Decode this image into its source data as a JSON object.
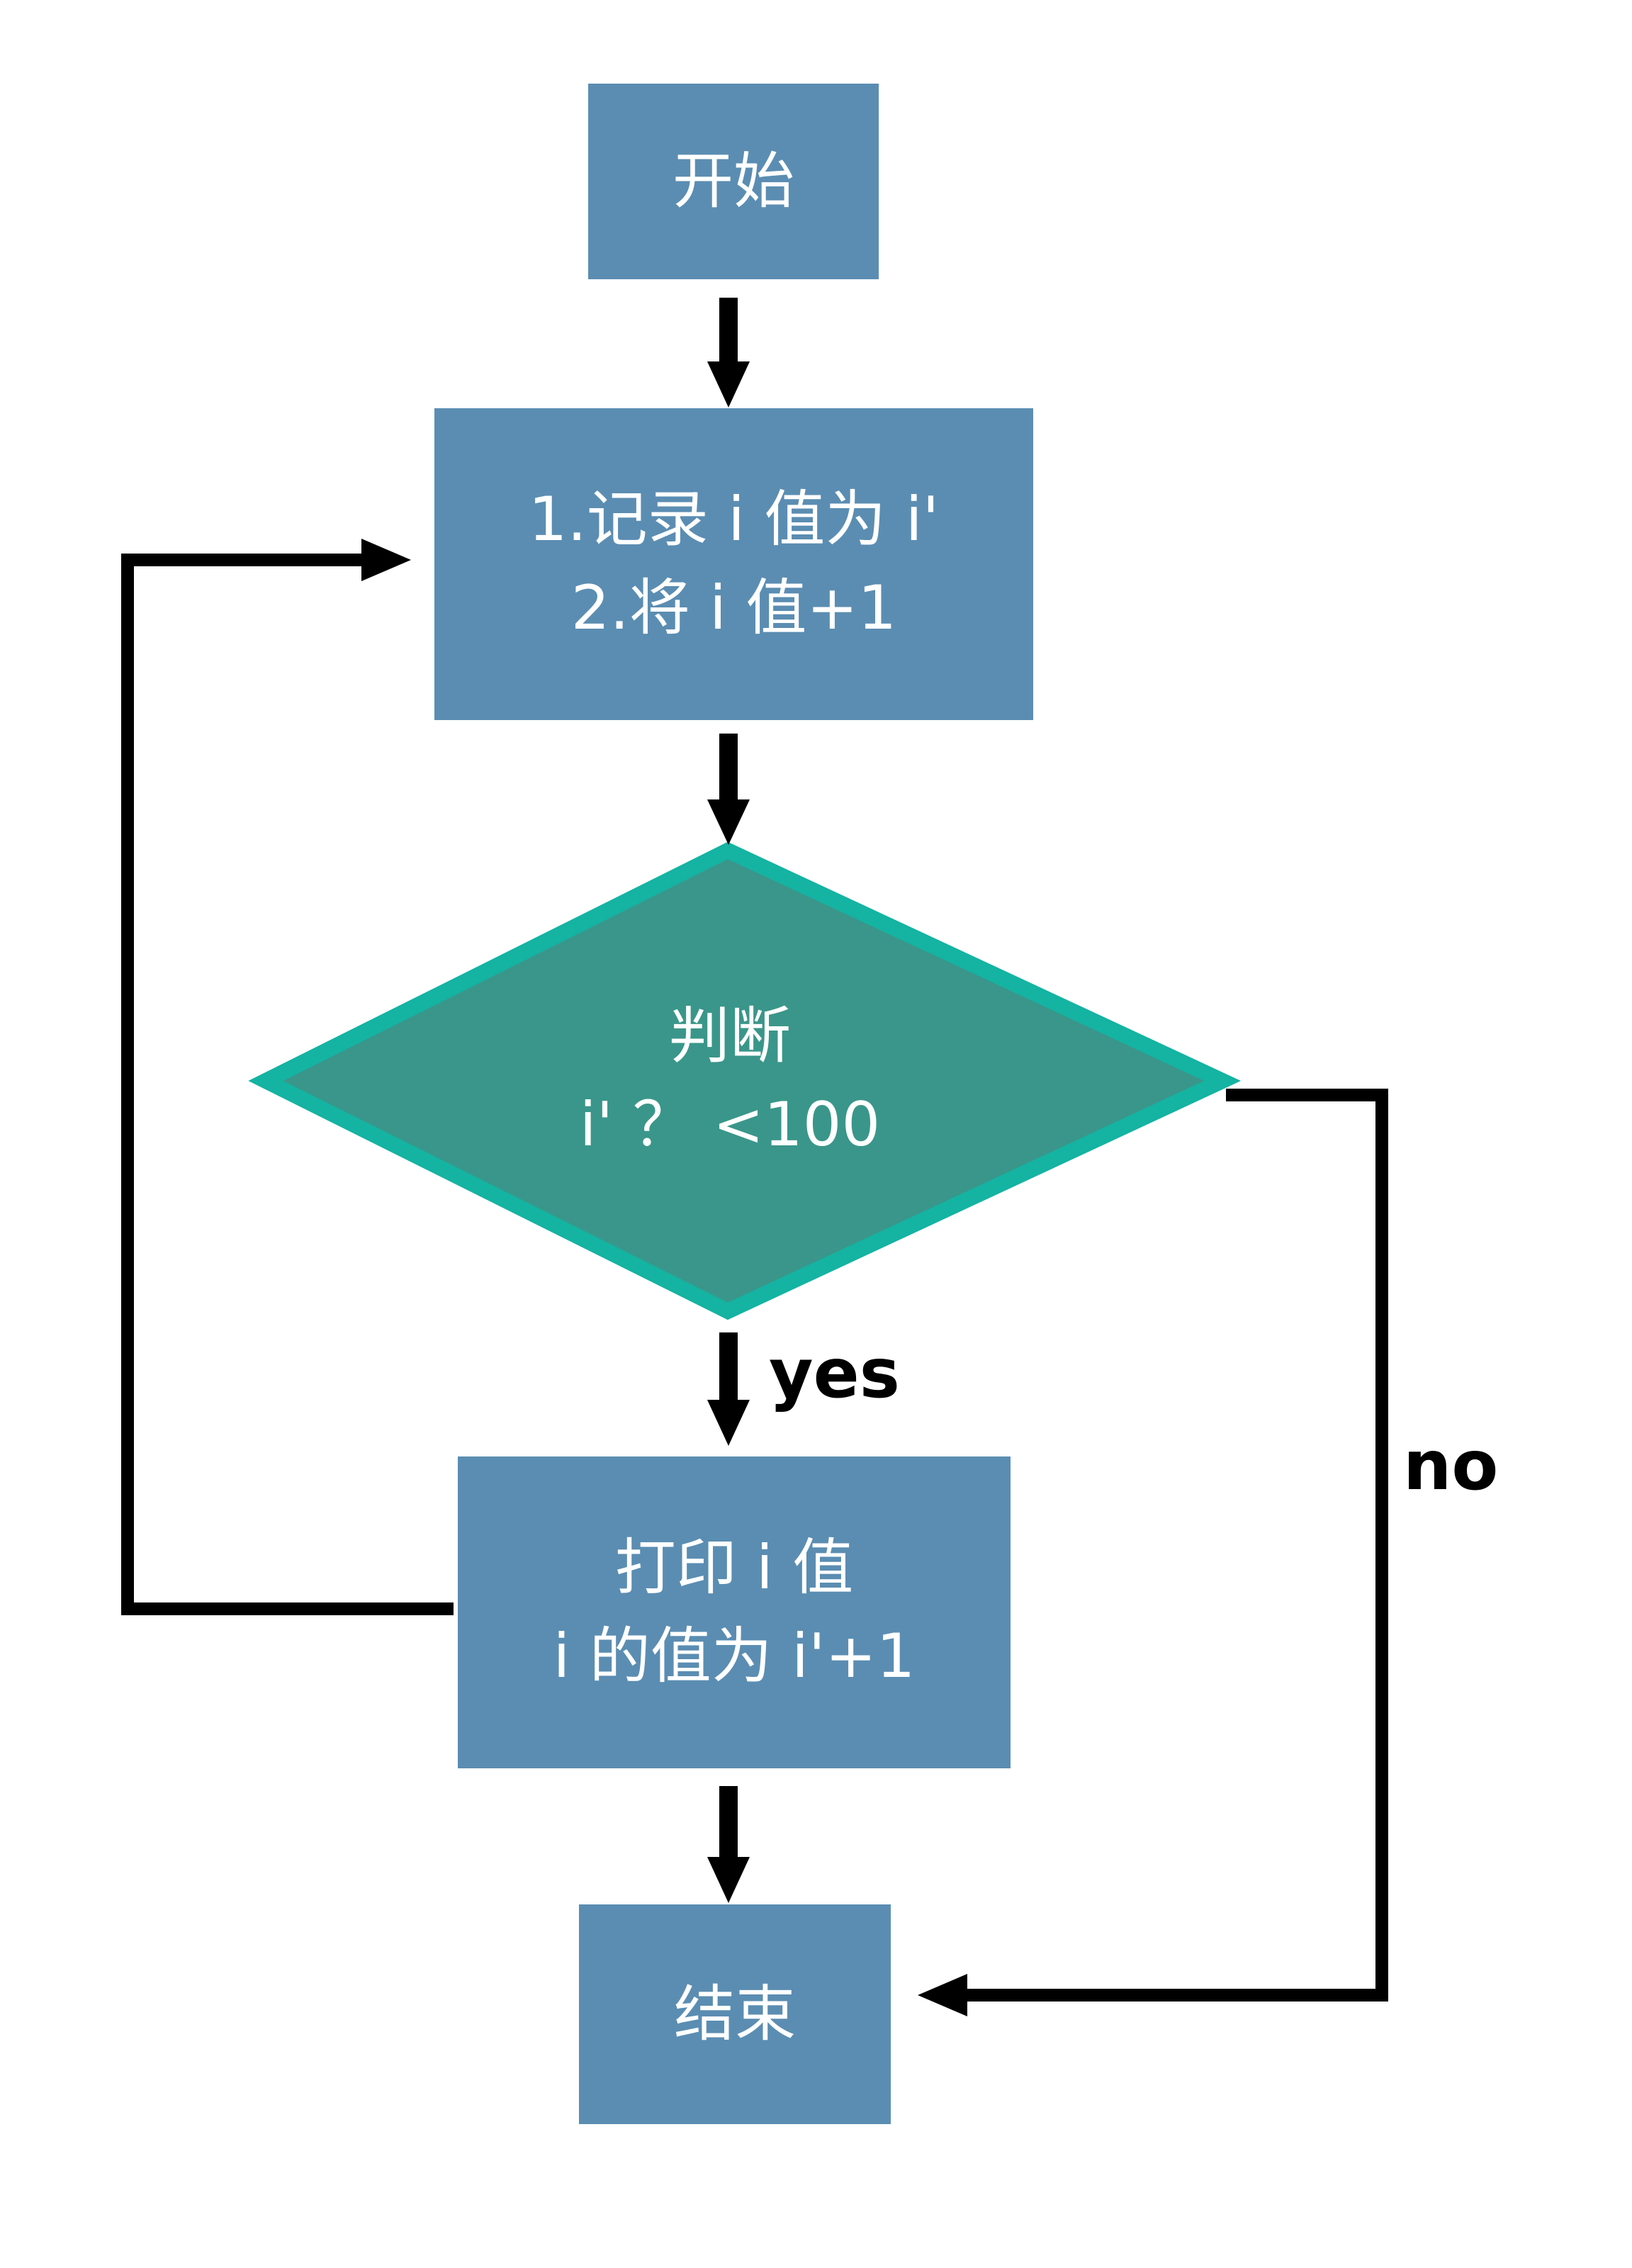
{
  "colors": {
    "process_fill": "#5b8db2",
    "decision_fill": "#3a968a",
    "decision_border": "#14b3a2",
    "connector": "#000000",
    "text": "#ffffff"
  },
  "nodes": {
    "start": {
      "text": "开始"
    },
    "process1": {
      "line1": "1.记录 i 值为 i'",
      "line2": "2.将 i 值+1"
    },
    "decision": {
      "line1": "判断",
      "line2": "i' ？ <100"
    },
    "process2": {
      "line1": "打印 i 值",
      "line2": "i 的值为 i'+1"
    },
    "end": {
      "text": "结束"
    }
  },
  "edges": {
    "yes_label": "yes",
    "no_label": "no"
  }
}
